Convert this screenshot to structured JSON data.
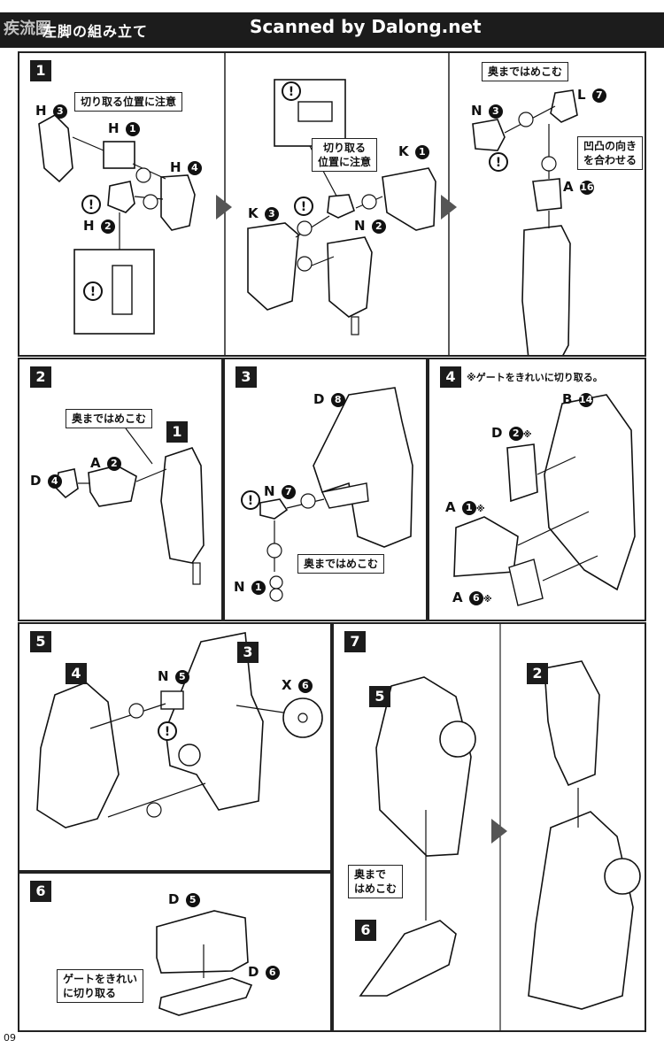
{
  "header": {
    "logo": "疾流圏",
    "title": "左脚の組み立て",
    "watermark": "Scanned by Dalong.net"
  },
  "steps": {
    "s1": "1",
    "s2": "2",
    "s3": "3",
    "s4": "4",
    "s5": "5",
    "s6": "6",
    "s7": "7"
  },
  "panel1": {
    "label_cut": "切り取る位置に注意",
    "label_cut2_line1": "切り取る",
    "label_cut2_line2": "位置に注意",
    "label_push": "奥まではめこむ",
    "label_align_line1": "凹凸の向き",
    "label_align_line2": "を合わせる",
    "parts": {
      "h3": "H",
      "h1": "H",
      "h4": "H",
      "h2": "H",
      "k1": "K",
      "k3": "K",
      "n2": "N",
      "n3": "N",
      "l7": "L",
      "a16": "A"
    },
    "nums": {
      "h3": "3",
      "h1": "1",
      "h4": "4",
      "h2": "2",
      "k1": "1",
      "k3": "3",
      "n2": "2",
      "n3": "3",
      "l7": "7",
      "a16": "16"
    }
  },
  "panel2": {
    "label_push": "奥まではめこむ",
    "ref": "1",
    "parts": {
      "d4": "D",
      "a2": "A"
    },
    "nums": {
      "d4": "4",
      "a2": "2"
    }
  },
  "panel3": {
    "label_push": "奥まではめこむ",
    "parts": {
      "d8": "D",
      "n7": "N",
      "n1": "N"
    },
    "nums": {
      "d8": "8",
      "n7": "7",
      "n1": "1"
    }
  },
  "panel4": {
    "note": "※ゲートをきれいに切り取る。",
    "parts": {
      "b14": "B",
      "d2": "D",
      "a1": "A",
      "a6": "A"
    },
    "nums": {
      "b14": "14",
      "d2": "2",
      "a1": "1",
      "a6": "6"
    },
    "mark": "※"
  },
  "panel5": {
    "ref4": "4",
    "ref3": "3",
    "parts": {
      "n5": "N",
      "x6": "X"
    },
    "nums": {
      "n5": "5",
      "x6": "6"
    }
  },
  "panel6": {
    "label_gate_line1": "ゲートをきれい",
    "label_gate_line2": "に切り取る",
    "parts": {
      "d5": "D",
      "d6": "D"
    },
    "nums": {
      "d5": "5",
      "d6": "6"
    }
  },
  "panel7": {
    "ref5": "5",
    "ref6": "6",
    "ref2": "2",
    "label_push_line1": "奥まで",
    "label_push_line2": "はめこむ"
  },
  "footer": {
    "page": "09"
  }
}
